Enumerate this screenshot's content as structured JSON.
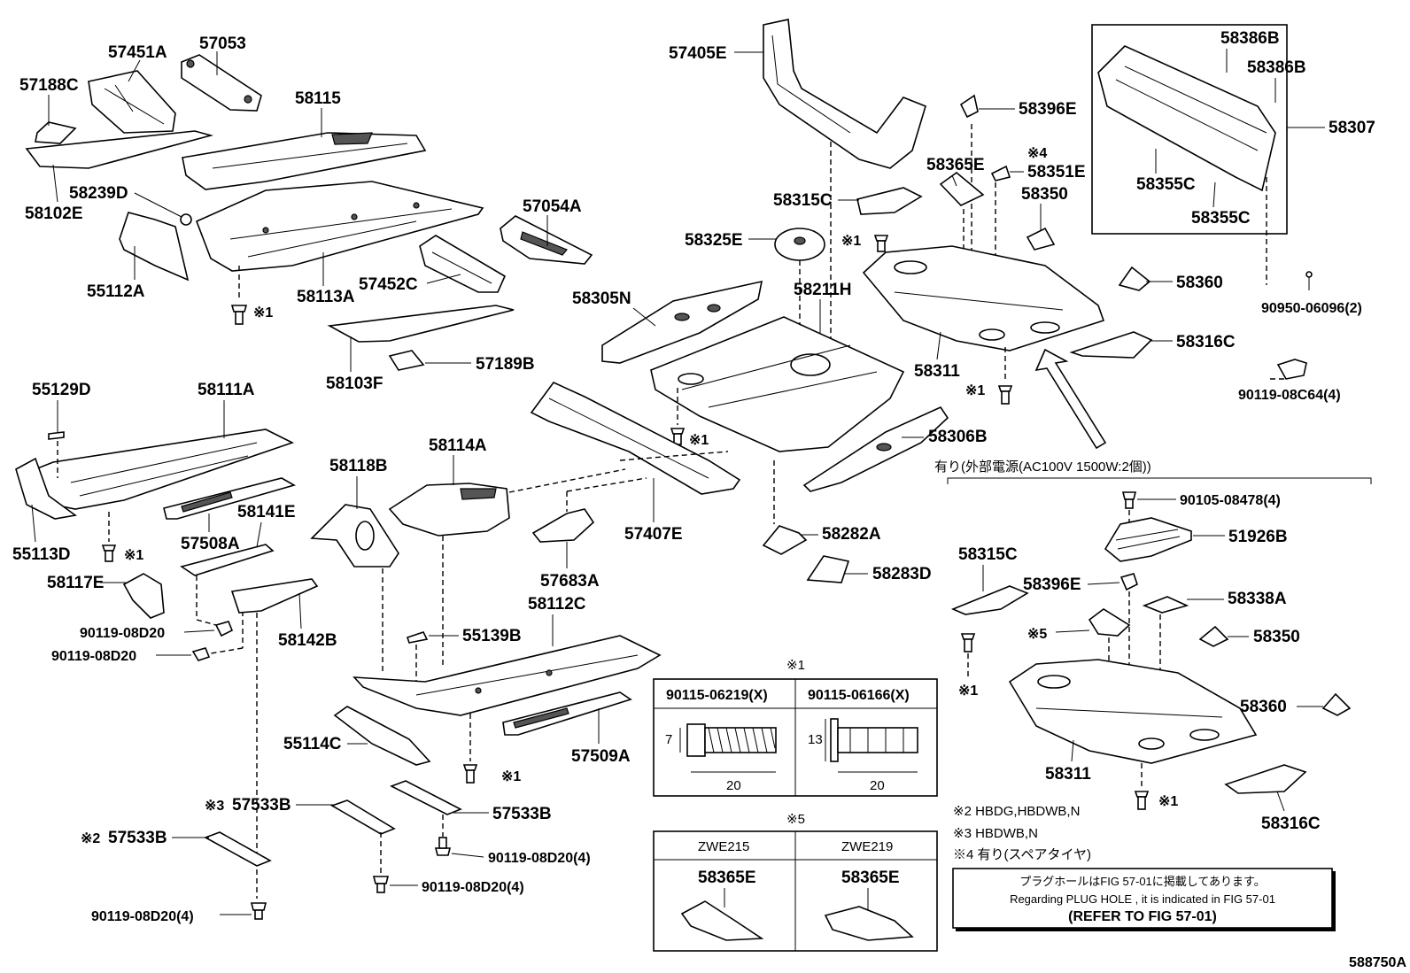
{
  "part_labels": {
    "p57451A": "57451A",
    "p57053": "57053",
    "p57188C": "57188C",
    "p58115": "58115",
    "p58102E": "58102E",
    "p58239D": "58239D",
    "p55112A": "55112A",
    "p58113A": "58113A",
    "p57054A": "57054A",
    "p57452C": "57452C",
    "p58305N": "58305N",
    "p58103F": "58103F",
    "p57189B": "57189B",
    "p57405E": "57405E",
    "p58315C": "58315C",
    "p58325E": "58325E",
    "p58211H": "58211H",
    "p58386B_a": "58386B",
    "p58386B_b": "58386B",
    "p58307": "58307",
    "p58396E": "58396E",
    "p58365E": "58365E",
    "p58351E": "58351E",
    "p58350": "58350",
    "p58355C_a": "58355C",
    "p58355C_b": "58355C",
    "p58360": "58360",
    "p90950": "90950-06096(2)",
    "p58316C": "58316C",
    "p58311": "58311",
    "p90119_08C64": "90119-08C64(4)",
    "p58306B": "58306B",
    "p55129D": "55129D",
    "p58111A": "58111A",
    "p55113D": "55113D",
    "p57508A": "57508A",
    "p58141E": "58141E",
    "p58118B": "58118B",
    "p58114A": "58114A",
    "p57407E": "57407E",
    "p57683A": "57683A",
    "p58282A": "58282A",
    "p58283D": "58283D",
    "p58117E": "58117E",
    "p90119_08D20_a": "90119-08D20",
    "p90119_08D20_b": "90119-08D20",
    "p58142B": "58142B",
    "p58112C": "58112C",
    "p55139B": "55139B",
    "p55114C": "55114C",
    "p57509A": "57509A",
    "p57533B_a": "57533B",
    "p57533B_b": "57533B",
    "p57533B_c": "57533B",
    "p90119_08D20_4a": "90119-08D20(4)",
    "p90119_08D20_4b": "90119-08D20(4)",
    "p90119_08D20_4c": "90119-08D20(4)",
    "p90105": "90105-08478(4)",
    "p51926B": "51926B",
    "r58315C": "58315C",
    "r58396E": "58396E",
    "r58338A": "58338A",
    "r58350": "58350",
    "r58360": "58360",
    "r58311": "58311",
    "r58316C": "58316C"
  },
  "marks": {
    "m1": "※1",
    "m1_prefix": "※1",
    "m2": "※2",
    "m3": "※3",
    "m4": "※4",
    "m5": "※5"
  },
  "option_group": {
    "title": "有り(外部電源(AC100V 1500W:2個))",
    "mark5_label": "※5"
  },
  "bolt_table": {
    "title": "※1",
    "col1_header": "90115-06219(X)",
    "col2_header": "90115-06166(X)",
    "col1_dim_h": "7",
    "col1_dim_l": "20",
    "col2_dim_h": "13",
    "col2_dim_l": "20"
  },
  "model_table": {
    "title": "※5",
    "col1_header": "ZWE215",
    "col2_header": "ZWE219",
    "col1_part": "58365E",
    "col2_part": "58365E"
  },
  "footnotes": {
    "n2": "※2 HBDG,HBDWB,N",
    "n3": "※3 HBDWB,N",
    "n4": "※4 有り(スペアタイヤ)"
  },
  "plug_hole_box": {
    "line1": "プラグホールはFIG 57-01に掲載してあります。",
    "line2": "Regarding  PLUG  HOLE , it is indicated in FIG  57-01",
    "line3": "(REFER TO FIG 57-01)"
  },
  "figure_id": "588750A"
}
